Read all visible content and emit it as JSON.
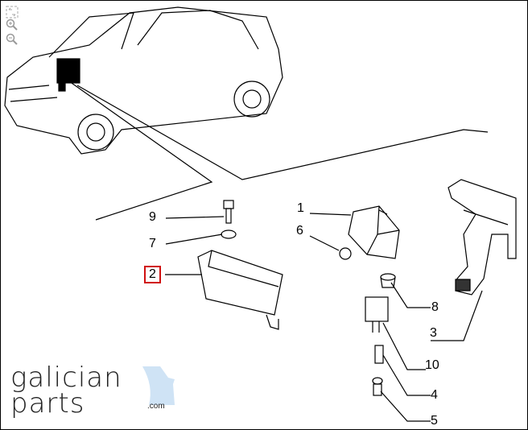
{
  "toolbar": {
    "icons": [
      "fit-screen-icon",
      "zoom-in-icon",
      "zoom-out-icon"
    ]
  },
  "callouts": {
    "c1": "1",
    "c2": "2",
    "c3": "3",
    "c4": "4",
    "c5": "5",
    "c6": "6",
    "c7": "7",
    "c8": "8",
    "c9": "9",
    "c10": "10"
  },
  "highlighted_callout": "2",
  "logo": {
    "line1": "galician",
    "line2": "parts",
    "suffix": ".com"
  },
  "colors": {
    "highlight": "#d01010",
    "logo_accent": "#cfe3f5"
  }
}
